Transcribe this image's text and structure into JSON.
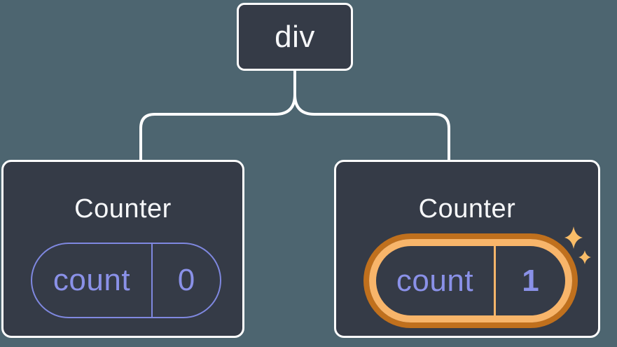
{
  "tree": {
    "root": {
      "label": "div"
    },
    "children": [
      {
        "title": "Counter",
        "state_key": "count",
        "state_value": "0",
        "highlighted": false
      },
      {
        "title": "Counter",
        "state_key": "count",
        "state_value": "1",
        "highlighted": true,
        "icon": "sparkles-icon"
      }
    ]
  },
  "colors": {
    "background": "#4d6570",
    "node_fill": "#353b47",
    "node_border": "#ffffff",
    "text_primary": "#f6f7f9",
    "state_purple_text": "#8a91e8",
    "state_purple_border": "#7f88e0",
    "highlight_orange_outer": "#c0701d",
    "highlight_orange_inner": "#f8b56a",
    "sparkle_gold": "#f8bc68",
    "connector": "#ffffff"
  }
}
